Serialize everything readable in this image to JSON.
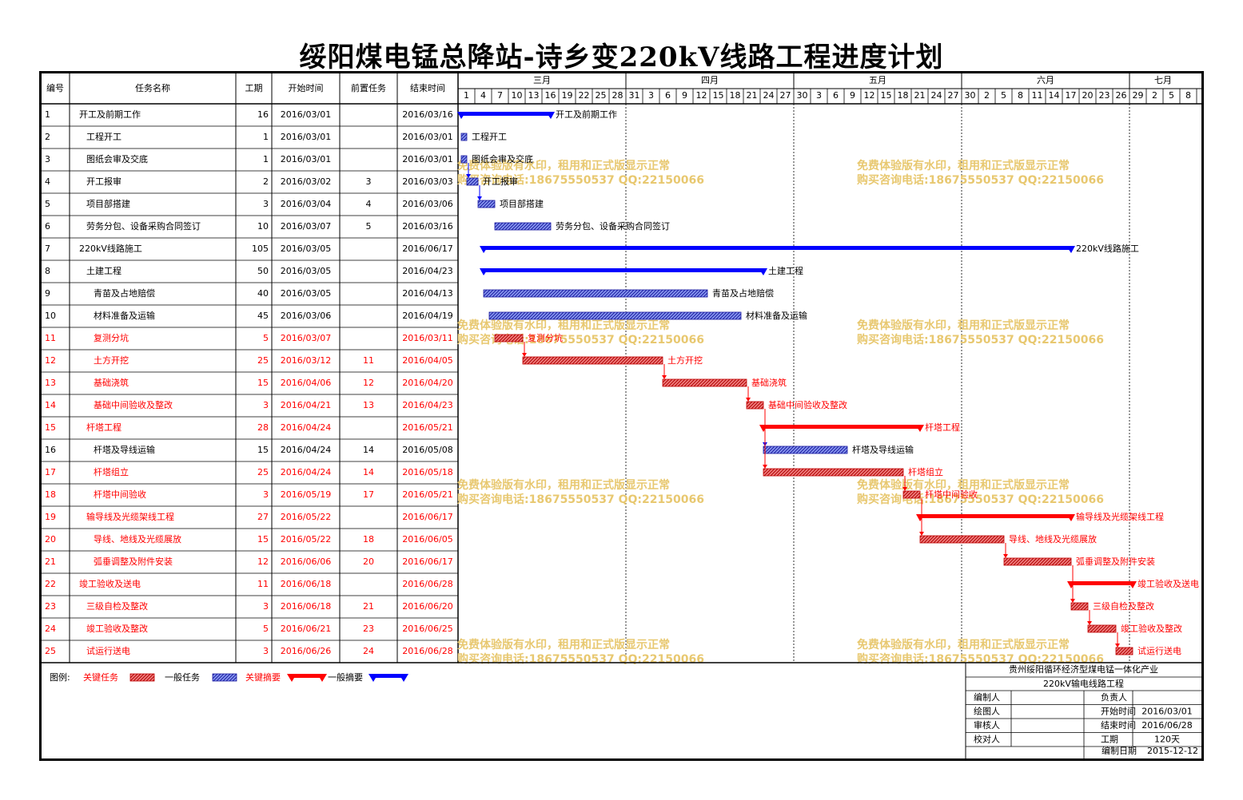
{
  "title": "绥阳煤电锰总降站-诗乡变220kV线路工程进度计划",
  "headers": {
    "no": "编号",
    "name": "任务名称",
    "duration": "工期",
    "start": "开始时间",
    "predecessor": "前置任务",
    "end": "结束时间"
  },
  "months": [
    {
      "label": "三月",
      "days": [
        "1",
        "4",
        "7",
        "10",
        "13",
        "16",
        "19",
        "22",
        "25",
        "28"
      ]
    },
    {
      "label": "四月",
      "days": [
        "31",
        "3",
        "6",
        "9",
        "12",
        "15",
        "18",
        "21",
        "24",
        "27"
      ]
    },
    {
      "label": "五月",
      "days": [
        "30",
        "3",
        "6",
        "9",
        "12",
        "15",
        "18",
        "21",
        "24",
        "27"
      ]
    },
    {
      "label": "六月",
      "days": [
        "30",
        "2",
        "5",
        "8",
        "11",
        "14",
        "17",
        "20",
        "23",
        "26"
      ]
    },
    {
      "label": "七月",
      "days": [
        "29",
        "2",
        "5",
        "8"
      ]
    }
  ],
  "chart_data": {
    "type": "gantt",
    "tasks": [
      {
        "id": "1",
        "name": "开工及前期工作",
        "duration": "16",
        "start": "2016/03/01",
        "pred": "",
        "end": "2016/03/16",
        "kind": "general-summary",
        "indent": 0,
        "label": "开工及前期工作",
        "s": 0,
        "e": 16
      },
      {
        "id": "2",
        "name": "工程开工",
        "duration": "1",
        "start": "2016/03/01",
        "pred": "",
        "end": "2016/03/01",
        "kind": "general-task",
        "indent": 1,
        "label": "工程开工",
        "s": 0,
        "e": 1
      },
      {
        "id": "3",
        "name": "图纸会审及交底",
        "duration": "1",
        "start": "2016/03/01",
        "pred": "",
        "end": "2016/03/01",
        "kind": "general-task",
        "indent": 1,
        "label": "图纸会审及交底",
        "s": 0,
        "e": 1
      },
      {
        "id": "4",
        "name": "开工报审",
        "duration": "2",
        "start": "2016/03/02",
        "pred": "3",
        "end": "2016/03/03",
        "kind": "general-task",
        "indent": 1,
        "label": "开工报审",
        "s": 1,
        "e": 3
      },
      {
        "id": "5",
        "name": "项目部搭建",
        "duration": "3",
        "start": "2016/03/04",
        "pred": "4",
        "end": "2016/03/06",
        "kind": "general-task",
        "indent": 1,
        "label": "项目部搭建",
        "s": 3,
        "e": 6
      },
      {
        "id": "6",
        "name": "劳务分包、设备采购合同签订",
        "duration": "10",
        "start": "2016/03/07",
        "pred": "5",
        "end": "2016/03/16",
        "kind": "general-task",
        "indent": 1,
        "label": "劳务分包、设备采购合同签订",
        "s": 6,
        "e": 16
      },
      {
        "id": "7",
        "name": "220kV线路施工",
        "duration": "105",
        "start": "2016/03/05",
        "pred": "",
        "end": "2016/06/17",
        "kind": "general-summary",
        "indent": 0,
        "label": "220kV线路施工",
        "s": 4,
        "e": 109
      },
      {
        "id": "8",
        "name": "土建工程",
        "duration": "50",
        "start": "2016/03/05",
        "pred": "",
        "end": "2016/04/23",
        "kind": "general-summary",
        "indent": 1,
        "label": "土建工程",
        "s": 4,
        "e": 54
      },
      {
        "id": "9",
        "name": "青苗及占地赔偿",
        "duration": "40",
        "start": "2016/03/05",
        "pred": "",
        "end": "2016/04/13",
        "kind": "general-task",
        "indent": 2,
        "label": "青苗及占地赔偿",
        "s": 4,
        "e": 44
      },
      {
        "id": "10",
        "name": "材料准备及运输",
        "duration": "45",
        "start": "2016/03/06",
        "pred": "",
        "end": "2016/04/19",
        "kind": "general-task",
        "indent": 2,
        "label": "材料准备及运输",
        "s": 5,
        "e": 50
      },
      {
        "id": "11",
        "name": "复测分坑",
        "duration": "5",
        "start": "2016/03/07",
        "pred": "",
        "end": "2016/03/11",
        "kind": "critical-task",
        "indent": 2,
        "label": "复测分坑",
        "s": 6,
        "e": 11
      },
      {
        "id": "12",
        "name": "土方开挖",
        "duration": "25",
        "start": "2016/03/12",
        "pred": "11",
        "end": "2016/04/05",
        "kind": "critical-task",
        "indent": 2,
        "label": "土方开挖",
        "s": 11,
        "e": 36
      },
      {
        "id": "13",
        "name": "基础浇筑",
        "duration": "15",
        "start": "2016/04/06",
        "pred": "12",
        "end": "2016/04/20",
        "kind": "critical-task",
        "indent": 2,
        "label": "基础浇筑",
        "s": 36,
        "e": 51
      },
      {
        "id": "14",
        "name": "基础中间验收及整改",
        "duration": "3",
        "start": "2016/04/21",
        "pred": "13",
        "end": "2016/04/23",
        "kind": "critical-task",
        "indent": 2,
        "label": "基础中间验收及整改",
        "s": 51,
        "e": 54
      },
      {
        "id": "15",
        "name": "杆塔工程",
        "duration": "28",
        "start": "2016/04/24",
        "pred": "",
        "end": "2016/05/21",
        "kind": "critical-summary",
        "indent": 1,
        "label": "杆塔工程",
        "s": 54,
        "e": 82
      },
      {
        "id": "16",
        "name": "杆塔及导线运输",
        "duration": "15",
        "start": "2016/04/24",
        "pred": "14",
        "end": "2016/05/08",
        "kind": "general-task",
        "indent": 2,
        "label": "杆塔及导线运输",
        "s": 54,
        "e": 69
      },
      {
        "id": "17",
        "name": "杆塔组立",
        "duration": "25",
        "start": "2016/04/24",
        "pred": "14",
        "end": "2016/05/18",
        "kind": "critical-task",
        "indent": 2,
        "label": "杆塔组立",
        "s": 54,
        "e": 79
      },
      {
        "id": "18",
        "name": "杆塔中间验收",
        "duration": "3",
        "start": "2016/05/19",
        "pred": "17",
        "end": "2016/05/21",
        "kind": "critical-task",
        "indent": 2,
        "label": "杆塔中间验收",
        "s": 79,
        "e": 82
      },
      {
        "id": "19",
        "name": "输导线及光缆架线工程",
        "duration": "27",
        "start": "2016/05/22",
        "pred": "",
        "end": "2016/06/17",
        "kind": "critical-summary",
        "indent": 1,
        "label": "输导线及光缆架线工程",
        "s": 82,
        "e": 109
      },
      {
        "id": "20",
        "name": "导线、地线及光缆展放",
        "duration": "15",
        "start": "2016/05/22",
        "pred": "18",
        "end": "2016/06/05",
        "kind": "critical-task",
        "indent": 2,
        "label": "导线、地线及光缆展放",
        "s": 82,
        "e": 97
      },
      {
        "id": "21",
        "name": "弧垂调整及附件安装",
        "duration": "12",
        "start": "2016/06/06",
        "pred": "20",
        "end": "2016/06/17",
        "kind": "critical-task",
        "indent": 2,
        "label": "弧垂调整及附件安装",
        "s": 97,
        "e": 109
      },
      {
        "id": "22",
        "name": "竣工验收及送电",
        "duration": "11",
        "start": "2016/06/18",
        "pred": "",
        "end": "2016/06/28",
        "kind": "critical-summary",
        "indent": 0,
        "label": "竣工验收及送电",
        "s": 109,
        "e": 120
      },
      {
        "id": "23",
        "name": "三级自检及整改",
        "duration": "3",
        "start": "2016/06/18",
        "pred": "21",
        "end": "2016/06/20",
        "kind": "critical-task",
        "indent": 1,
        "label": "三级自检及整改",
        "s": 109,
        "e": 112
      },
      {
        "id": "24",
        "name": "竣工验收及整改",
        "duration": "5",
        "start": "2016/06/21",
        "pred": "23",
        "end": "2016/06/25",
        "kind": "critical-task",
        "indent": 1,
        "label": "竣工验收及整改",
        "s": 112,
        "e": 117
      },
      {
        "id": "25",
        "name": "试运行送电",
        "duration": "3",
        "start": "2016/06/26",
        "pred": "24",
        "end": "2016/06/28",
        "kind": "critical-task",
        "indent": 1,
        "label": "试运行送电",
        "s": 117,
        "e": 120
      }
    ],
    "links": [
      [
        3,
        4
      ],
      [
        4,
        5
      ],
      [
        11,
        12
      ],
      [
        12,
        13
      ],
      [
        13,
        14
      ],
      [
        14,
        16
      ],
      [
        14,
        17
      ],
      [
        17,
        18
      ],
      [
        18,
        20
      ],
      [
        20,
        21
      ],
      [
        21,
        23
      ],
      [
        23,
        24
      ],
      [
        24,
        25
      ]
    ]
  },
  "legend": {
    "label": "图例:",
    "critical_task": "关键任务",
    "general_task": "一般任务",
    "critical_summary": "关键摘要",
    "general_summary": "一般摘要"
  },
  "watermark": {
    "line1": "免费体验版有水印，租用和正式版显示正常",
    "line2": "购买咨询电话:18675550537 QQ:22150066"
  },
  "info": {
    "company": "贵州绥阳循环经济型煤电锰一体化产业",
    "project": "220kV输电线路工程",
    "rows": [
      {
        "k1": "编制人",
        "v1": "",
        "k2": "负责人",
        "v2": ""
      },
      {
        "k1": "绘图人",
        "v1": "",
        "k2": "开始时间",
        "v2": "2016/03/01"
      },
      {
        "k1": "审核人",
        "v1": "",
        "k2": "结束时间",
        "v2": "2016/06/28"
      },
      {
        "k1": "校对人",
        "v1": "",
        "k2": "工期",
        "v2": "120天"
      }
    ],
    "date_label": "编制日期",
    "date_value": "2015-12-12"
  },
  "colors": {
    "critical": "#ff0000",
    "critical_fill": "#e85a5a",
    "general": "#0000ff",
    "general_fill": "#6d7ff0",
    "watermark": "#e8c870",
    "grid": "#000000"
  }
}
